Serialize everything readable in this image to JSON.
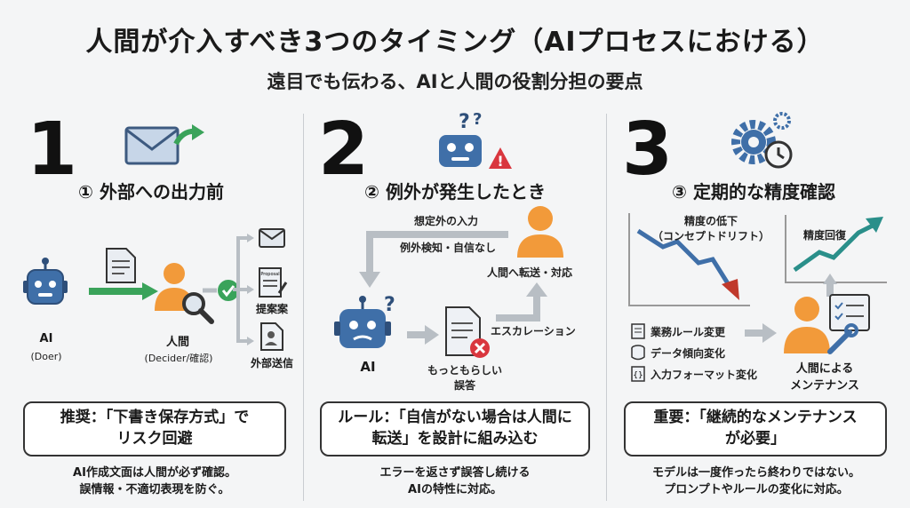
{
  "header": {
    "title": "人間が介入すべき3つのタイミング（AIプロセスにおける）",
    "subtitle": "遠目でも伝わる、AIと人間の役割分担の要点"
  },
  "sections": [
    {
      "number": "1",
      "heading": "① 外部への出力前",
      "ai_label": "AI",
      "ai_role": "(Doer)",
      "human_label": "人間",
      "human_role": "(Decider/確認)",
      "output_proposal": "提案案",
      "output_external": "外部送信",
      "doc_badge": "Proposal",
      "box_line1": "推奨：「下書き保存方式」で",
      "box_line2": "リスク回避",
      "note_line1": "AI作成文面は人間が必ず確認。",
      "note_line2": "誤情報・不適切表現を防ぐ。"
    },
    {
      "number": "2",
      "heading": "② 例外が発生したとき",
      "loop_label1": "想定外の入力",
      "loop_label2": "例外検知・自信なし",
      "human_action": "人間へ転送・対応",
      "escalation": "エスカレーション",
      "ai_label": "AI",
      "wrong_answer1": "もっともらしい",
      "wrong_answer2": "誤答",
      "box_line1": "ルール：「自信がない場合は人間に",
      "box_line2": "転送」を設計に組み込む",
      "note_line1": "エラーを返さず誤答し続ける",
      "note_line2": "AIの特性に対応。"
    },
    {
      "number": "3",
      "heading": "③ 定期的な精度確認",
      "drop_label1": "精度の低下",
      "drop_label2": "（コンセプトドリフト）",
      "recover_label": "精度回復",
      "factors": [
        "業務ルール変更",
        "データ傾向変化",
        "入力フォーマット変化"
      ],
      "human_maint1": "人間による",
      "human_maint2": "メンテナンス",
      "box_line1": "重要：「継続的なメンテナンス",
      "box_line2": "が必要」",
      "note_line1": "モデルは一度作ったら終わりではない。",
      "note_line2": "プロンプトやルールの変化に対応。"
    }
  ],
  "colors": {
    "robot_blue": "#3f6fa8",
    "human_orange": "#f29a3a",
    "arrow_green": "#3aa35a",
    "arrow_gray": "#b8bec4",
    "error_red": "#d9363e",
    "drift_red": "#c0392b",
    "recover_teal": "#2a8f8a"
  }
}
